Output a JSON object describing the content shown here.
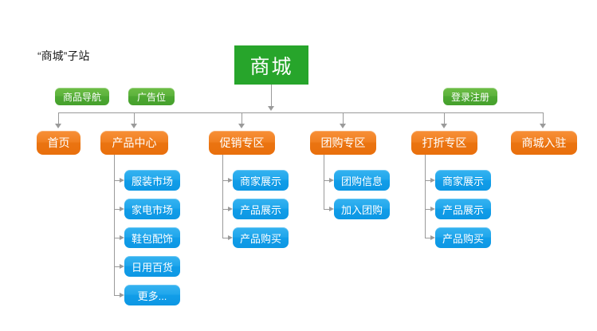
{
  "diagram": {
    "title": "“商城”子站",
    "colors": {
      "root_green": "#27a52b",
      "tag_green": "#4da832",
      "node_orange": "#ea7411",
      "node_blue": "#119de8",
      "connector_gray": "#9a9a9a",
      "background": "#ffffff",
      "title_text": "#1a1a1a"
    },
    "root": {
      "label": "商城"
    },
    "tags": [
      {
        "label": "商品导航"
      },
      {
        "label": "广告位"
      },
      {
        "label": "登录注册"
      }
    ],
    "level2": [
      {
        "label": "首页"
      },
      {
        "label": "产品中心"
      },
      {
        "label": "促销专区"
      },
      {
        "label": "团购专区"
      },
      {
        "label": "打折专区"
      },
      {
        "label": "商城入驻"
      }
    ],
    "level3": {
      "product_center": [
        {
          "label": "服装市场"
        },
        {
          "label": "家电市场"
        },
        {
          "label": "鞋包配饰"
        },
        {
          "label": "日用百货"
        },
        {
          "label": "更多..."
        }
      ],
      "promotion": [
        {
          "label": "商家展示"
        },
        {
          "label": "产品展示"
        },
        {
          "label": "产品购买"
        }
      ],
      "group_buy": [
        {
          "label": "团购信息"
        },
        {
          "label": "加入团购"
        }
      ],
      "discount": [
        {
          "label": "商家展示"
        },
        {
          "label": "产品展示"
        },
        {
          "label": "产品购买"
        }
      ]
    }
  }
}
